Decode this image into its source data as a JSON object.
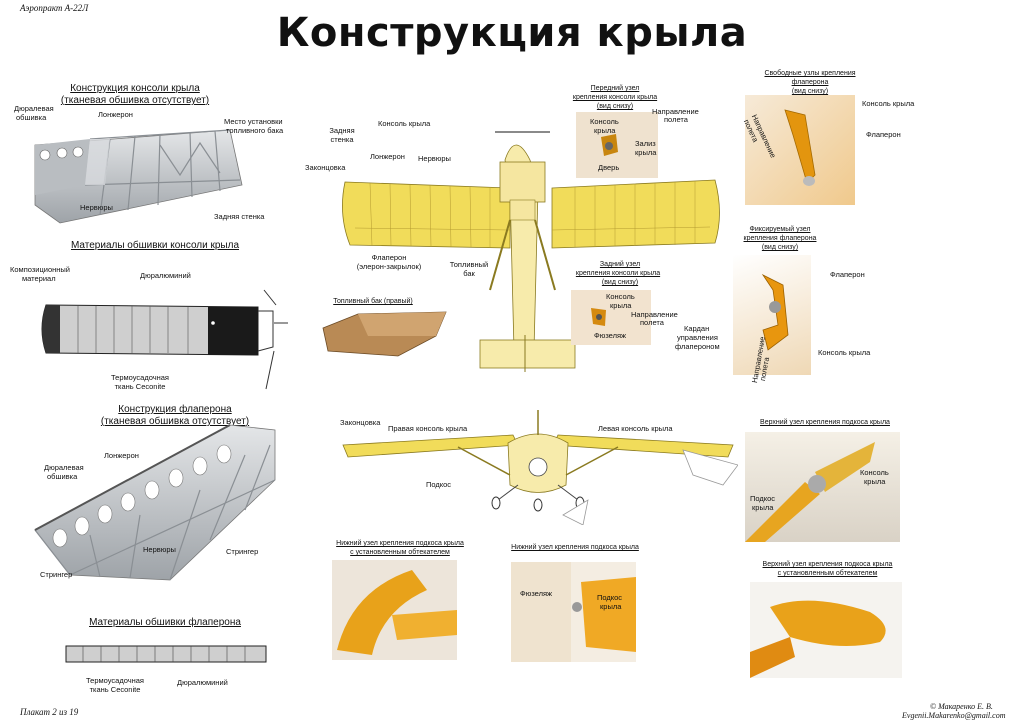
{
  "header": {
    "series": "Аэропракт А-22Л",
    "title": "Конструкция крыла"
  },
  "footer": {
    "poster": "Плакат 2 из 19",
    "author": "© Макаренко Е. В.",
    "email": "Evgenii.Makarenko@gmail.com"
  },
  "colors": {
    "wing": "#f1dc5a",
    "wing_dark": "#d8b52a",
    "orange": "#e9a21a",
    "metal": "#c9ccd0"
  },
  "left": {
    "s1_title1": "Конструкция консоли крыла",
    "s1_title2": "(тканевая обшивка отсутствует)",
    "s1_labels": {
      "dural1": "Дюралевая",
      "dural2": "обшивка",
      "spar": "Лонжерон",
      "tank1": "Место установки",
      "tank2": "топливного бака",
      "ribs": "Нервюры",
      "rear": "Задняя стенка"
    },
    "s2_title": "Материалы обшивки консоли крыла",
    "s2_labels": {
      "comp1": "Композиционный",
      "comp2": "материал",
      "dural": "Дюралюминий",
      "fab1": "Термоусадочная",
      "fab2": "ткань Ceconite"
    },
    "s3_title1": "Конструкция флаперона",
    "s3_title2": "(тканевая обшивка отсутствует)",
    "s3_labels": {
      "spar": "Лонжерон",
      "dural1": "Дюралевая",
      "dural2": "обшивка",
      "ribs": "Нервюры",
      "stringer": "Стрингер"
    },
    "s4_title": "Материалы обшивки флаперона",
    "s4_labels": {
      "fab1": "Термоусадочная",
      "fab2": "ткань Ceconite",
      "dural": "Дюралюминий"
    }
  },
  "center": {
    "top_labels": {
      "rear_wall1": "Задняя",
      "rear_wall2": "стенка",
      "console": "Консоль крыла",
      "tip": "Законцовка",
      "spar": "Лонжерон",
      "ribs": "Нервюры",
      "flap1": "Флаперон",
      "flap2": "(элерон-закрылок)",
      "tank1": "Топливный",
      "tank2": "бак"
    },
    "tank_title": "Топливный бак (правый)",
    "bottom_labels": {
      "tip": "Законцовка",
      "right": "Правая консоль крыла",
      "left": "Левая консоль крыла",
      "strut": "Подкос"
    }
  },
  "nodes": {
    "front": {
      "t1": "Передний узел",
      "t2": "крепления консоли крыла",
      "t3": "(вид снизу)",
      "console1": "Консоль",
      "console2": "крыла",
      "fillet1": "Зализ",
      "fillet2": "крыла",
      "door": "Дверь",
      "dir1": "Направление",
      "dir2": "полета"
    },
    "rear": {
      "t1": "Задний узел",
      "t2": "крепления консоли крыла",
      "t3": "(вид снизу)",
      "console1": "Консоль",
      "console2": "крыла",
      "fuse": "Фюзеляж",
      "dir1": "Направление",
      "dir2": "полета"
    },
    "free": {
      "t1": "Свободные узлы крепления",
      "t2": "флаперона",
      "t3": "(вид снизу)",
      "console": "Консоль крыла",
      "flap": "Флаперон",
      "dir1": "Направление",
      "dir2": "полета"
    },
    "fixed": {
      "t1": "Фиксируемый узел",
      "t2": "крепления флаперона",
      "t3": "(вид снизу)",
      "flap": "Флаперон",
      "card1": "Кардан",
      "card2": "управления",
      "card3": "флапероном",
      "console": "Консоль крыла",
      "dir1": "Направление",
      "dir2": "полета"
    },
    "upper": {
      "title": "Верхний узел крепления подкоса крыла",
      "strut1": "Подкос",
      "strut2": "крыла",
      "console1": "Консоль",
      "console2": "крыла"
    },
    "lower": {
      "t1": "Нижний узел крепления подкоса крыла",
      "t2": "с установленным обтекателем"
    },
    "lower2": {
      "title": "Нижний узел крепления подкоса крыла",
      "fuse": "Фюзеляж",
      "strut1": "Подкос",
      "strut2": "крыла"
    },
    "upper2": {
      "t1": "Верхний узел крепления подкоса крыла",
      "t2": "с установленным обтекателем"
    }
  }
}
